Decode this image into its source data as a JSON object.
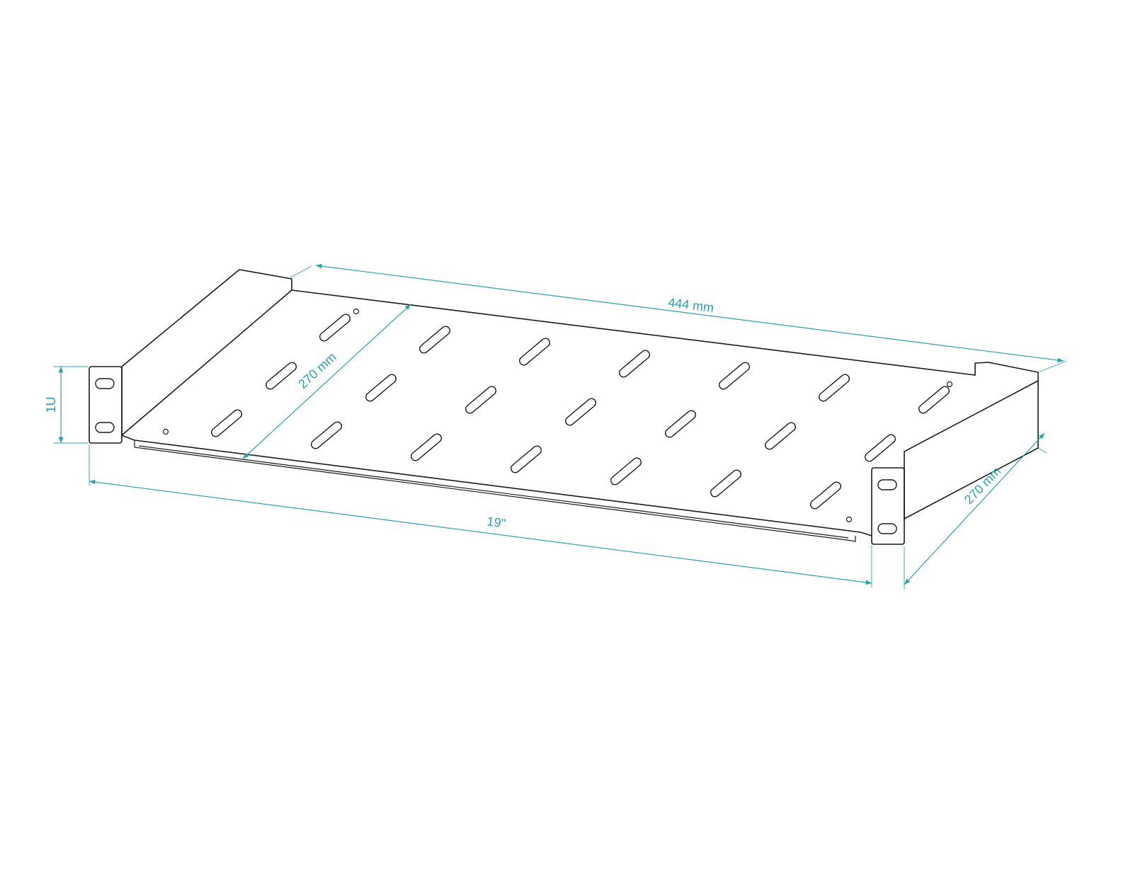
{
  "diagram": {
    "colors": {
      "dimension": "#2aa1ad",
      "outline": "#1a1a1a",
      "background": "#ffffff"
    },
    "dimensions": {
      "top_width": "444 mm",
      "front_width": "19\"",
      "inner_depth": "270 mm",
      "side_depth": "270 mm",
      "height": "1U"
    }
  }
}
